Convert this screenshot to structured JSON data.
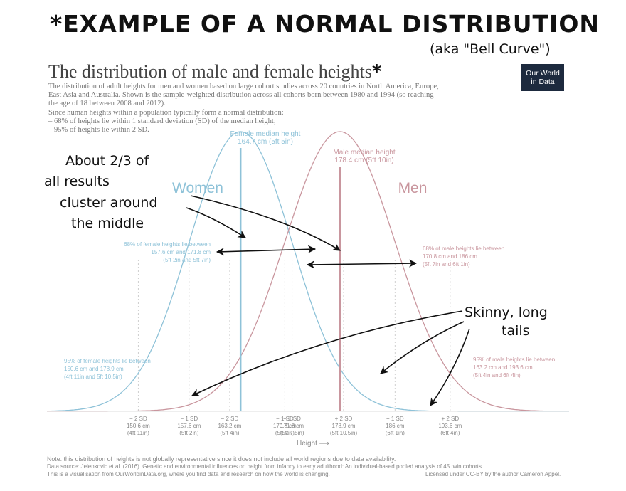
{
  "annotation": {
    "title": "*EXAMPLE OF A NORMAL DISTRIBUTION",
    "subtitle": "(aka \"Bell Curve\")",
    "title_asterisk": "*",
    "about_lines": [
      "About 2/3 of",
      "all results",
      "cluster around",
      "the middle"
    ],
    "tails_lines": [
      "Skinny, long",
      "tails"
    ]
  },
  "header": {
    "title": "The distribution of male and female heights",
    "subtitle_lines": [
      "The distribution of adult heights for men and women based on large cohort studies across 20 countries in North America, Europe,",
      "East Asia and Australia. Shown is the sample-weighted distribution across all cohorts born between 1980 and 1994 (so reaching",
      "the age of 18 between 2008 and 2012).",
      "Since human heights within a population typically form a normal distribution:",
      "– 68% of heights lie within 1 standard deviation (SD) of the median height;",
      "– 95% of heights lie within 2 SD."
    ],
    "logo_line1": "Our World",
    "logo_line2": "in Data"
  },
  "chart_data": {
    "type": "line",
    "xlabel": "Height ⟶",
    "colors": {
      "women": "#8ec2d8",
      "men": "#c9969e"
    },
    "series": [
      {
        "name": "Women",
        "median": 164.7,
        "sd": 7.07
      },
      {
        "name": "Men",
        "median": 178.4,
        "sd": 7.59
      }
    ],
    "annotations": {
      "women_median": [
        "Female median height",
        "164.7 cm (5ft 5in)"
      ],
      "men_median": [
        "Male median height",
        "178.4 cm (5ft 10in)"
      ],
      "women_68": [
        "68% of female heights lie between",
        "157.6 cm and 171.8 cm",
        "(5ft 2in and 5ft 7in)"
      ],
      "men_68": [
        "68% of male heights lie between",
        "170.8 cm and 186 cm",
        "(5ft 7in and 6ft 1in)"
      ],
      "women_95": [
        "95% of female heights lie between",
        "150.6 cm and 178.9 cm",
        "(4ft 11in and 5ft 10.5in)"
      ],
      "men_95": [
        "95% of male heights lie between",
        "163.2 cm and 193.6 cm",
        "(5ft 4in and 6ft 4in)"
      ]
    },
    "ticks": [
      {
        "label": "− 2 SD",
        "cm": "150.6 cm",
        "ft": "(4ft 11in)",
        "value": 150.6,
        "series": "women"
      },
      {
        "label": "− 1 SD",
        "cm": "157.6 cm",
        "ft": "(5ft 2in)",
        "value": 157.6,
        "series": "women"
      },
      {
        "label": "− 2 SD",
        "cm": "163.2 cm",
        "ft": "(5ft 4in)",
        "value": 163.2,
        "series": "men"
      },
      {
        "label": "− 1 SD",
        "cm": "170.8 cm",
        "ft": "(5ft 7in)",
        "value": 170.8,
        "series": "men"
      },
      {
        "label": "+ 1 SD",
        "cm": "171.8 cm",
        "ft": "(5ft 7.5in)",
        "value": 171.8,
        "series": "women"
      },
      {
        "label": "+ 2 SD",
        "cm": "178.9 cm",
        "ft": "(5ft 10.5in)",
        "value": 178.9,
        "series": "women"
      },
      {
        "label": "+ 1 SD",
        "cm": "186 cm",
        "ft": "(6ft 1in)",
        "value": 186.0,
        "series": "men"
      },
      {
        "label": "+ 2 SD",
        "cm": "193.6 cm",
        "ft": "(6ft 4in)",
        "value": 193.6,
        "series": "men"
      }
    ]
  },
  "footer": {
    "note": "Note: this distribution of heights is not globally representative since it does not include all world regions due to data availability.",
    "source": "Data source: Jelenkovic et al. (2016). Genetic and environmental influences on height from infancy to early adulthood: An individual-based pooled analysis of 45 twin cohorts.",
    "visualisation": "This is a visualisation from OurWorldinData.org, where you find data and research on how the world is changing.",
    "license": "Licensed under CC-BY by the author Cameron Appel."
  }
}
